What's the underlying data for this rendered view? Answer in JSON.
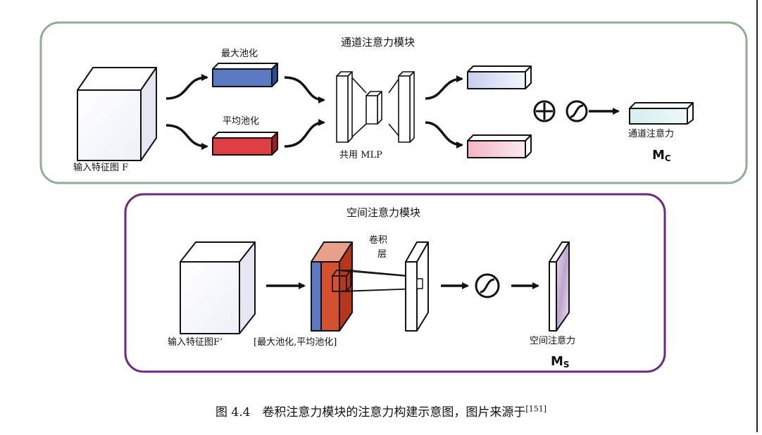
{
  "channel_module": {
    "title": "通道注意力模块",
    "max_pool_label": "最大池化",
    "avg_pool_label": "平均池化",
    "input_label": "输入特征图 F",
    "mlp_label": "共用 MLP",
    "output_label": "通道注意力",
    "output_symbol": "M",
    "output_subscript": "C"
  },
  "spatial_module": {
    "title": "空间注意力模块",
    "conv_label_line1": "卷积",
    "conv_label_line2": "层",
    "input_label": "输入特征图F’",
    "pooled_label": "[最大池化,平均池化]",
    "output_label": "空间注意力",
    "output_symbol": "M",
    "output_subscript": "S"
  },
  "caption": {
    "text": "图 4.4　卷积注意力模块的注意力构建示意图，图片来源于",
    "ref": "[151]"
  },
  "colors": {
    "channel_border": "#8fae95",
    "spatial_border": "#6a2a84",
    "max_pool": "#5b79c0",
    "avg_pool": "#dd3f44",
    "conv_front": "#d5502f",
    "sigma_symbol": "#111111"
  }
}
